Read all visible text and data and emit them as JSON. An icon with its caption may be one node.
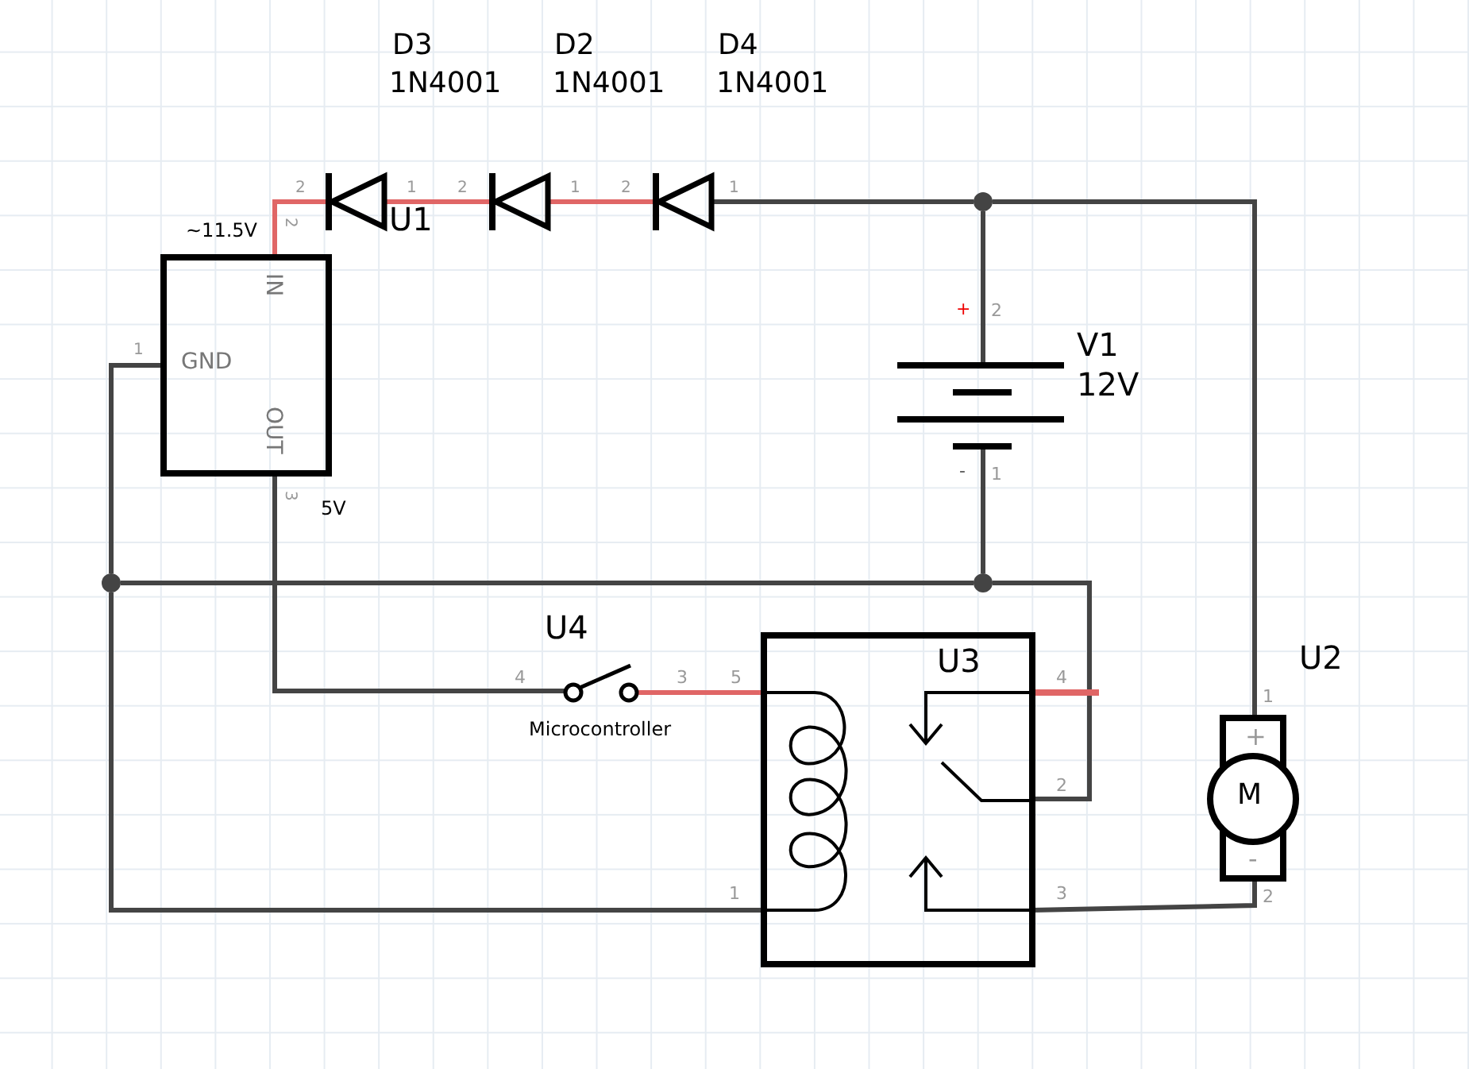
{
  "diagram": {
    "nodes": [
      {
        "text": [
          "U1",
          "IN",
          "GND",
          "OUT"
        ]
      },
      {
        "text": [
          "D3",
          "1N4001"
        ]
      },
      {
        "text": [
          "D2",
          "1N4001"
        ]
      },
      {
        "text": [
          "D4",
          "1N4001"
        ]
      },
      {
        "text": [
          "V1",
          "12V"
        ]
      },
      {
        "text": [
          "U4",
          "Microcontroller"
        ]
      },
      {
        "text": [
          "U3"
        ]
      },
      {
        "text": [
          "U2",
          "M"
        ]
      },
      {
        "text": [],
        "shape": "circle"
      },
      {
        "text": [],
        "shape": "circle"
      },
      {
        "text": [],
        "shape": "circle"
      }
    ],
    "edges": [
      {
        "from": 0,
        "to": 1,
        "arrow": "none",
        "color": "#e06666"
      },
      {
        "from": 1,
        "to": 2,
        "arrow": "none",
        "color": "#e06666"
      },
      {
        "from": 2,
        "to": 3,
        "arrow": "none",
        "color": "#e06666"
      },
      {
        "from": 3,
        "to": 9,
        "arrow": "none"
      },
      {
        "from": 9,
        "to": 4,
        "arrow": "none"
      },
      {
        "from": 9,
        "to": 7,
        "arrow": "none"
      },
      {
        "from": 4,
        "to": 10,
        "arrow": "none"
      },
      {
        "from": 10,
        "to": 8,
        "arrow": "none"
      },
      {
        "from": 8,
        "to": 0,
        "arrow": "none"
      },
      {
        "from": 8,
        "to": 6,
        "arrow": "none"
      },
      {
        "from": 10,
        "to": 6,
        "arrow": "none"
      },
      {
        "from": 0,
        "to": 5,
        "arrow": "none"
      },
      {
        "from": 5,
        "to": 6,
        "arrow": "none",
        "color": "#e06666"
      },
      {
        "from": 6,
        "to": 7,
        "arrow": "none"
      }
    ],
    "labels": [
      "2",
      "1",
      "2",
      "1",
      "2",
      "1",
      "~11.5V",
      "2",
      "+",
      "2",
      "1",
      "-",
      "1",
      "3",
      "5V",
      "4",
      "3",
      "5",
      "4",
      "1",
      "+",
      "2",
      "-",
      "1",
      "3",
      "2"
    ]
  }
}
